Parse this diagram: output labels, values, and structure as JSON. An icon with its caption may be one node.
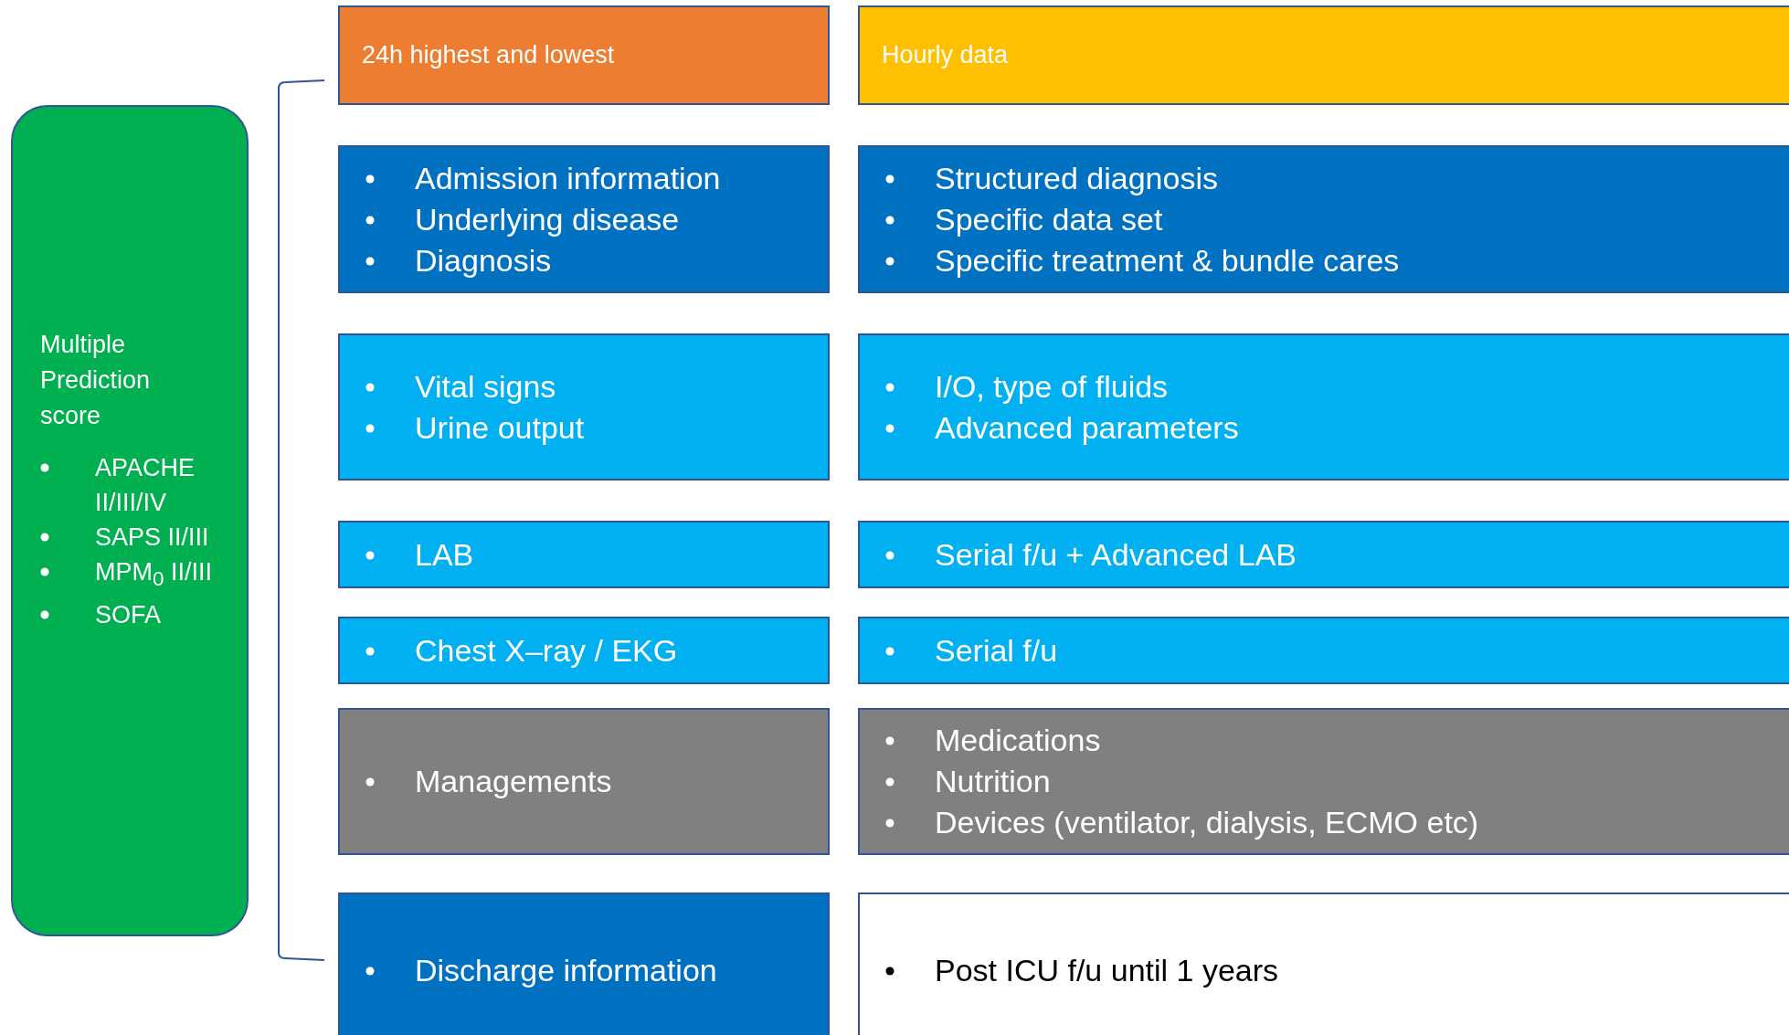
{
  "diagram": {
    "nodes": [
      {
        "text": [
          "Multiple Prediction score",
          "APACHE II/III/IV",
          "SAPS II/III",
          "MPM$_{0}$ II/III",
          "SOFA"
        ]
      },
      {
        "text": [
          "24h highest and lowest"
        ]
      },
      {
        "text": [
          "Hourly data"
        ]
      },
      {
        "text": [
          "Admission information",
          "Underlying disease",
          "Diagnosis"
        ]
      },
      {
        "text": [
          "Structured diagnosis",
          "Specific data set",
          "Specific treatment & bundle cares"
        ]
      },
      {
        "text": [
          "Vital signs",
          "Urine output"
        ]
      },
      {
        "text": [
          "I/O, type of fluids",
          "Advanced parameters"
        ]
      },
      {
        "text": [
          "LAB"
        ]
      },
      {
        "text": [
          "Serial f/u + Advanced LAB"
        ]
      },
      {
        "text": [
          "Chest X–ray / EKG"
        ]
      },
      {
        "text": [
          "Serial f/u"
        ]
      },
      {
        "text": [
          "Managements"
        ]
      },
      {
        "text": [
          "Medications",
          "Nutrition",
          "Devices (ventilator, dialysis, ECMO etc)"
        ]
      },
      {
        "text": [
          "Discharge information"
        ]
      },
      {
        "text": [
          "Post ICU f/u until 1 years"
        ]
      }
    ]
  }
}
